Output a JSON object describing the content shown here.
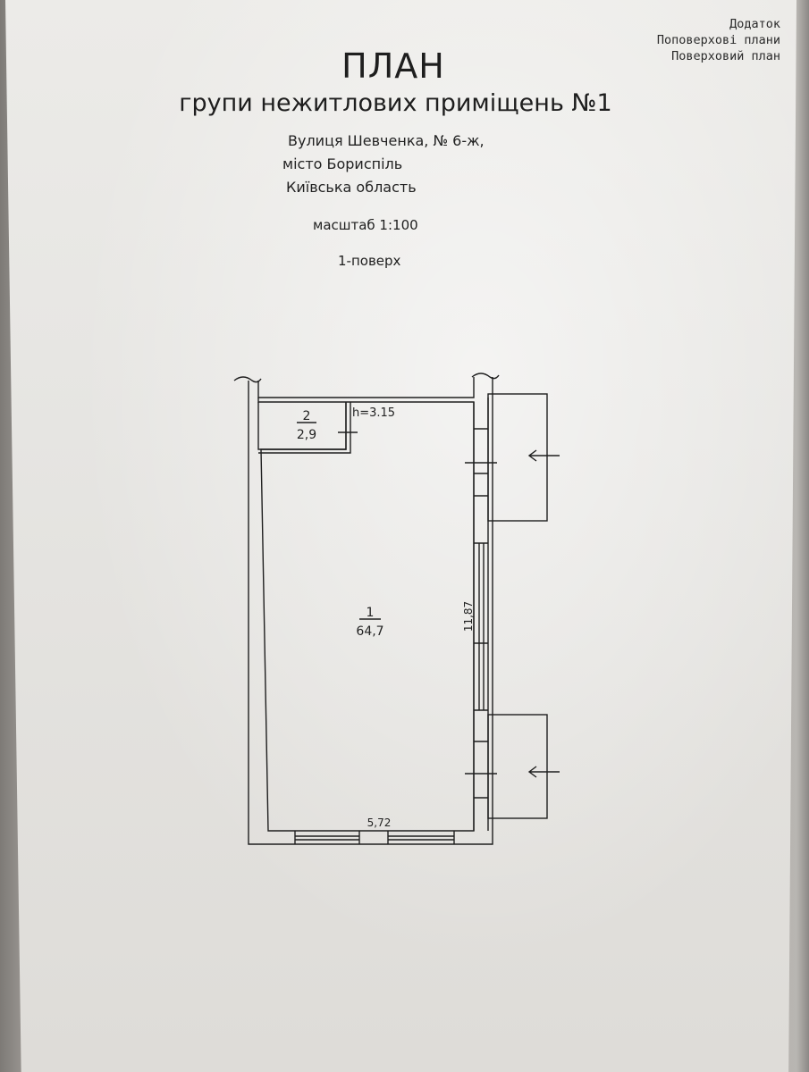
{
  "addendum": {
    "line1": "Додаток",
    "line2": "Поповерхові плани",
    "line3": "Поверховий план"
  },
  "title": {
    "main": "ПЛАН",
    "sub": "групи нежитлових приміщень №1"
  },
  "address": {
    "street": "Вулиця Шевченка, № 6-ж,",
    "city": "місто Бориспіль",
    "region": "Київська область"
  },
  "scale": "масштаб 1:100",
  "floor": "1-поверх",
  "rooms": [
    {
      "number": "2",
      "area": "2,9"
    },
    {
      "number": "1",
      "area": "64,7"
    }
  ],
  "dimensions": {
    "height": "h=3.15",
    "length": "11,87",
    "width": "5,72"
  },
  "colors": {
    "ink": "#1f1f1f",
    "paper": "#e8e7e4"
  }
}
